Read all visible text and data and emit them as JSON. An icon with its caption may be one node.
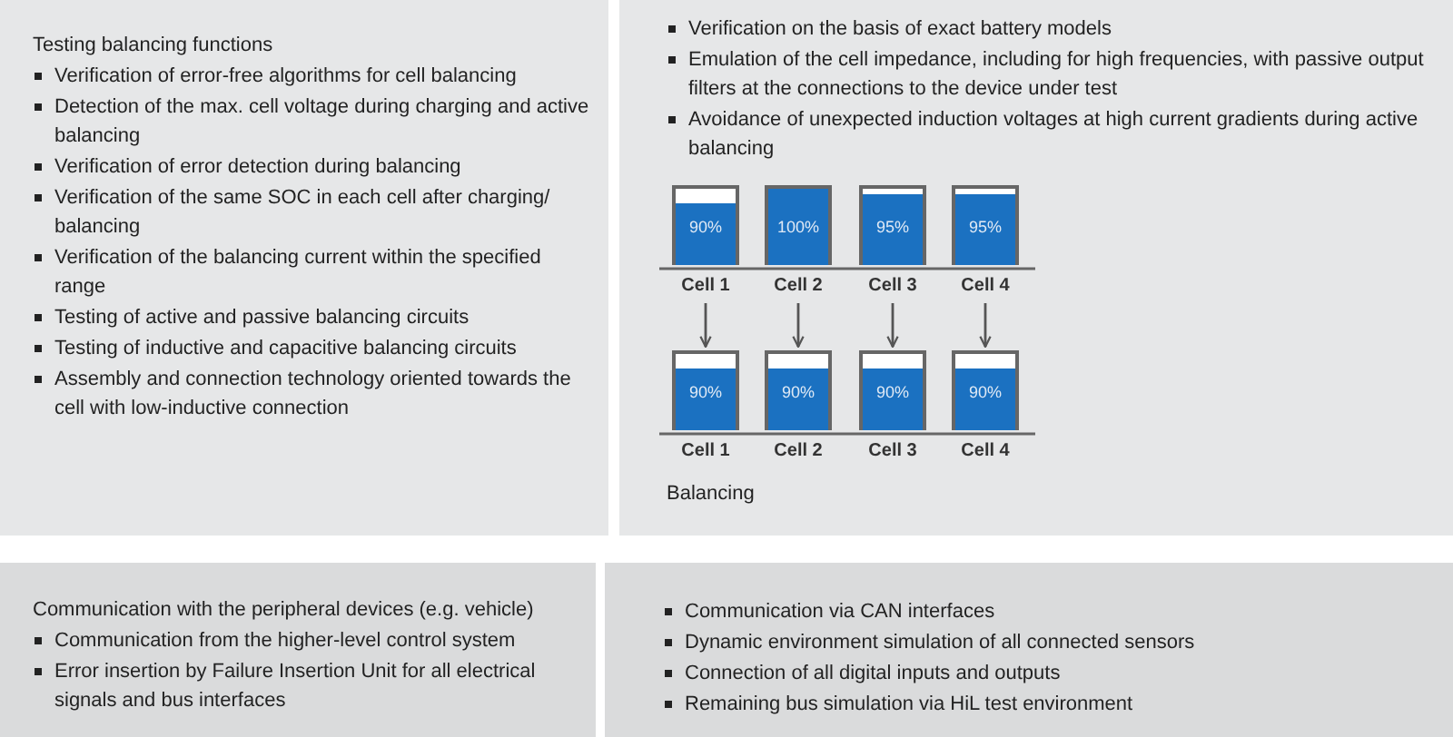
{
  "diagram": {
    "nodes": [
      {
        "text": [
          "Testing balancing functions",
          "Verification of error-free algorithms for cell balancing",
          "Detection of the max. cell voltage during charging and active balancing",
          "Verification of error detection during balancing",
          "Verification of the same SOC in each cell after charging/ balancing",
          "Verification of the balancing current within the specified range",
          "Testing of active and passive balancing circuits",
          "Testing of inductive and capacitive balancing circuits",
          "Assembly and connection technology oriented towards the cell with low-inductive connection"
        ]
      },
      {
        "text": [
          "Verification on the basis of exact battery models",
          "Emulation of the cell impedance, including for high frequencies, with passive output filters at the connections to the device under test",
          "Avoidance of unexpected induction voltages at high current gradients during active balancing",
          "Balancing"
        ]
      },
      {
        "text": [
          "90%"
        ],
        "beside": [
          "Cell 1"
        ],
        "in": 1
      },
      {
        "text": [
          "100%"
        ],
        "beside": [
          "Cell 2"
        ],
        "in": 1
      },
      {
        "text": [
          "95%"
        ],
        "beside": [
          "Cell 3"
        ],
        "in": 1
      },
      {
        "text": [
          "95%"
        ],
        "beside": [
          "Cell 4"
        ],
        "in": 1
      },
      {
        "text": [
          "90%"
        ],
        "beside": [
          "Cell 1"
        ],
        "in": 1
      },
      {
        "text": [
          "90%"
        ],
        "beside": [
          "Cell 2"
        ],
        "in": 1
      },
      {
        "text": [
          "90%"
        ],
        "beside": [
          "Cell 3"
        ],
        "in": 1
      },
      {
        "text": [
          "90%"
        ],
        "beside": [
          "Cell 4"
        ],
        "in": 1
      },
      {
        "text": [
          "Communication with the peripheral devices (e.g. vehicle)",
          "Communication from the higher-level control system",
          "Error insertion by Failure Insertion Unit for all electrical signals and bus interfaces"
        ]
      },
      {
        "text": [
          "Communication via CAN interfaces",
          "Dynamic environment simulation of all connected sensors",
          "Connection of all digital inputs and outputs",
          "Remaining bus simulation via HiL test environment"
        ]
      }
    ],
    "edges": [
      {
        "from": 2,
        "to": 6,
        "arrow": "to"
      },
      {
        "from": 3,
        "to": 7,
        "arrow": "to"
      },
      {
        "from": 4,
        "to": 8,
        "arrow": "to"
      },
      {
        "from": 5,
        "to": 9,
        "arrow": "to"
      }
    ]
  }
}
